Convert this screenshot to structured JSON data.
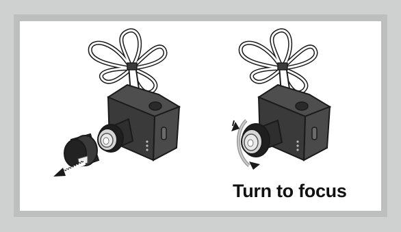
{
  "caption": "Turn to focus",
  "colors": {
    "background": "#cfd0d0",
    "frame": "#bdbebe",
    "panel": "#ffffff",
    "body_dark": "#3a3a3a",
    "body_mid": "#4e4e4e",
    "lens_silver": "#cfcfcf",
    "outline": "#1a1a1a",
    "arrow_gray": "#9a9a9a"
  },
  "icons": {
    "left_figure": "fpv-camera-cap-removed",
    "right_figure": "fpv-camera-lens-rotate",
    "pull_arrow": "arrow-down-left",
    "rotate_arrows": "rotate-arrows"
  }
}
